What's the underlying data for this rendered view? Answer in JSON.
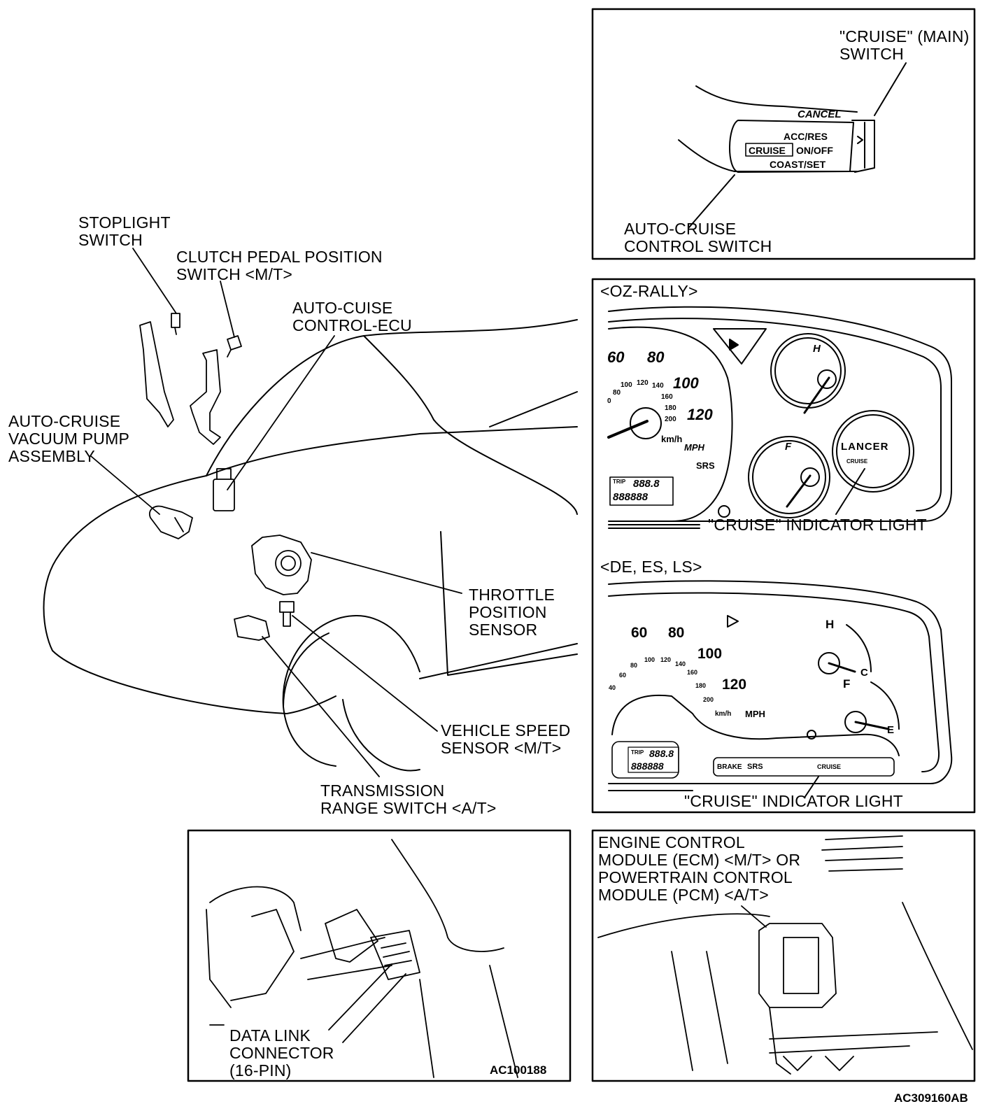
{
  "labels": {
    "cruise_main_switch": [
      "\"CRUISE\" (MAIN)",
      "SWITCH"
    ],
    "auto_cruise_control_switch": [
      "AUTO-CRUISE",
      "CONTROL SWITCH"
    ],
    "stoplight_switch": [
      "STOPLIGHT",
      "SWITCH"
    ],
    "clutch_pedal_switch": [
      "CLUTCH PEDAL POSITION",
      "SWITCH <M/T>"
    ],
    "auto_cruise_ecu": [
      "AUTO-CUISE",
      "CONTROL-ECU"
    ],
    "vacuum_pump": [
      "AUTO-CRUISE",
      "VACUUM PUMP",
      "ASSEMBLY"
    ],
    "throttle_sensor": [
      "THROTTLE",
      "POSITION",
      "SENSOR"
    ],
    "vehicle_speed_sensor": [
      "VEHICLE SPEED",
      "SENSOR <M/T>"
    ],
    "transmission_range_switch": [
      "TRANSMISSION",
      "RANGE SWITCH <A/T>"
    ],
    "oz_rally": "<OZ-RALLY>",
    "de_es_ls": "<DE, ES, LS>",
    "indicator_light_1": "\"CRUISE\" INDICATOR LIGHT",
    "indicator_light_2": "\"CRUISE\" INDICATOR LIGHT",
    "data_link_connector": [
      "DATA LINK",
      "CONNECTOR",
      "(16-PIN)"
    ],
    "ecm_pcm": [
      "ENGINE CONTROL",
      "MODULE (ECM) <M/T> OR",
      "POWERTRAIN CONTROL",
      "MODULE (PCM) <A/T>"
    ]
  },
  "switch_markings": {
    "cancel": "CANCEL",
    "acc_res": "ACC/RES",
    "cruise": "CRUISE",
    "on_off": "ON/OFF",
    "coast_set": "COAST/SET"
  },
  "cluster_oz": {
    "speeds": [
      "60",
      "80",
      "100",
      "120"
    ],
    "small_speeds": [
      "0",
      "80",
      "100",
      "120",
      "140",
      "160",
      "180",
      "200"
    ],
    "kmh": "km/h",
    "mph": "MPH",
    "srs": "SRS",
    "brand": "LANCER",
    "cruise_small": "CRUISE",
    "temp_h": "H",
    "fuel_f": "F",
    "trip": "TRIP",
    "odo_top": "888.8",
    "odo_bottom": "888888"
  },
  "cluster_de": {
    "speeds": [
      "60",
      "80",
      "100",
      "120"
    ],
    "small_speeds": [
      "40",
      "60",
      "80",
      "100",
      "120",
      "140",
      "160",
      "180",
      "200"
    ],
    "kmh": "km/h",
    "mph": "MPH",
    "temp_h": "H",
    "temp_c": "C",
    "fuel_f": "F",
    "fuel_e": "E",
    "brake": "BRAKE",
    "srs": "SRS",
    "cruise_small": "CRUISE",
    "trip": "TRIP",
    "odo_top": "888.8",
    "odo_bottom": "888888"
  },
  "codes": {
    "inset_code": "AC100188",
    "figure_code": "AC309160AB"
  }
}
